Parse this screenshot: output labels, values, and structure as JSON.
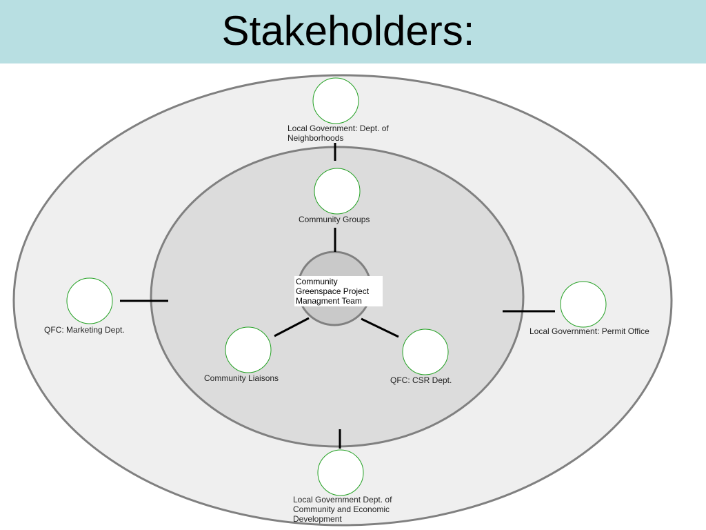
{
  "title": "Stakeholders:",
  "colors": {
    "header_bg": "#b8dfe2",
    "outer_ring_fill": "#efefef",
    "inner_ring_fill": "#dcdcdc",
    "core_fill": "#c9c9c9",
    "ring_stroke": "#808080",
    "node_stroke": "#22a022",
    "connector": "#000000"
  },
  "core": {
    "label": "Community\nGreenspace Project\nManagment Team"
  },
  "inner_ring": [
    {
      "label": "Community Groups"
    },
    {
      "label": "Community Liaisons"
    },
    {
      "label": "QFC: CSR Dept."
    }
  ],
  "outer_ring": [
    {
      "label": "Local Government: Dept. of\nNeighborhoods"
    },
    {
      "label": "QFC: Marketing Dept."
    },
    {
      "label": "Local Government: Permit Office"
    },
    {
      "label": "Local Government Dept. of\nCommunity and Economic\nDevelopment"
    }
  ]
}
